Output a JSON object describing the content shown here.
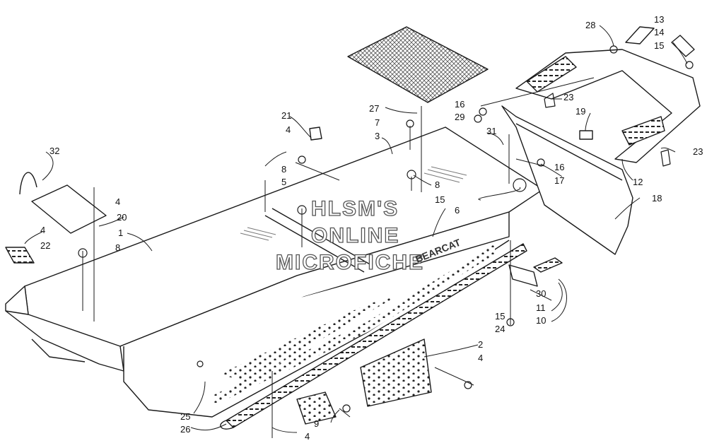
{
  "watermark": {
    "line1": "HLSM'S",
    "line2": "ONLINE",
    "line3": "MICROFICHE"
  },
  "decal_text": "BEARCAT",
  "callouts": {
    "n1": "1",
    "n2": "2",
    "n3": "3",
    "n4": "4",
    "n5": "5",
    "n6": "6",
    "n7": "7",
    "n8": "8",
    "n9": "9",
    "n10": "10",
    "n11": "11",
    "n12": "12",
    "n13": "13",
    "n14": "14",
    "n15": "15",
    "n16": "16",
    "n17": "17",
    "n18": "18",
    "n19": "19",
    "n20": "20",
    "n21": "21",
    "n22": "22",
    "n23": "23",
    "n24": "24",
    "n25": "25",
    "n26": "26",
    "n27": "27",
    "n28": "28",
    "n29": "29",
    "n30": "30",
    "n31": "31",
    "n32": "32"
  },
  "colors": {
    "line": "#1a1a1a",
    "hatch": "#777777",
    "paper": "#ffffff"
  }
}
